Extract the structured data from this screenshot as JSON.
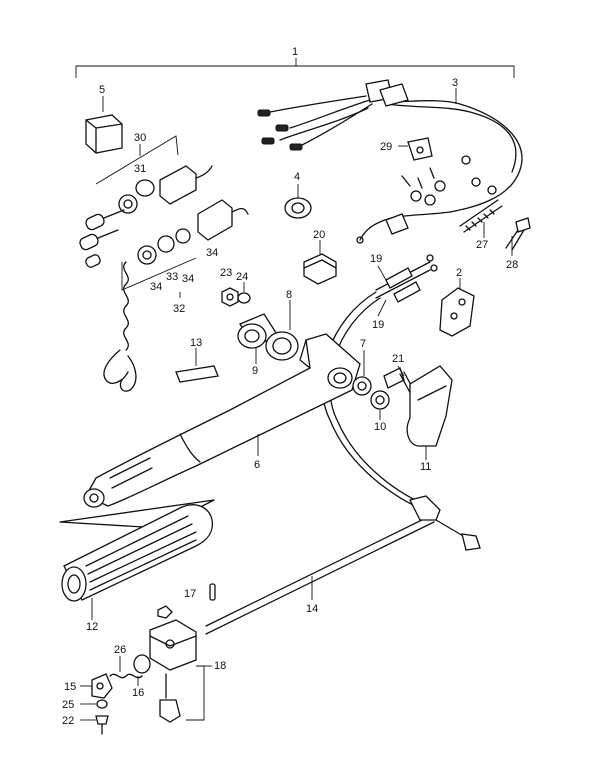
{
  "diagram": {
    "callouts": {
      "c1": "1",
      "c2": "2",
      "c3": "3",
      "c4": "4",
      "c5": "5",
      "c6": "6",
      "c7": "7",
      "c8": "8",
      "c9": "9",
      "c10": "10",
      "c11": "11",
      "c12": "12",
      "c13": "13",
      "c14": "14",
      "c15": "15",
      "c16": "16",
      "c17": "17",
      "c18": "18",
      "c19a": "19",
      "c19b": "19",
      "c20": "20",
      "c21": "21",
      "c22": "22",
      "c23": "23",
      "c24": "24",
      "c25": "25",
      "c26": "26",
      "c27": "27",
      "c28": "28",
      "c29": "29",
      "c30": "30",
      "c31": "31",
      "c32": "32",
      "c33": "33",
      "c34a": "34",
      "c34b": "34",
      "c34c": "34"
    }
  }
}
